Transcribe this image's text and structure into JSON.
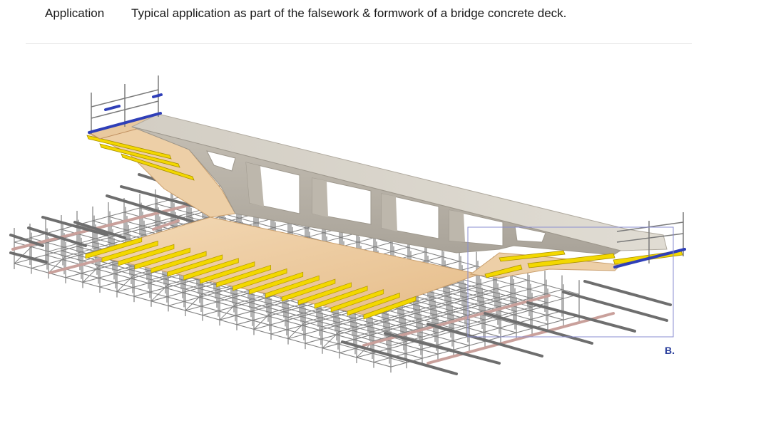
{
  "header": {
    "label": "Application",
    "description": "Typical application as part of the falsework & formwork of a bridge concrete deck."
  },
  "illustration": {
    "callout_label": "B.",
    "colors": {
      "concrete": "#d6d1c7",
      "concrete_dark": "#b9b3a8",
      "plywood": "#efcfa6",
      "plywood_dark": "#d9b285",
      "beam_yellow": "#f2d600",
      "scaffold": "#7a7a7a",
      "ledger": "#c69a96",
      "guardrail_blue": "#2f3fb8",
      "callout_box": "#8a8ed0"
    }
  }
}
